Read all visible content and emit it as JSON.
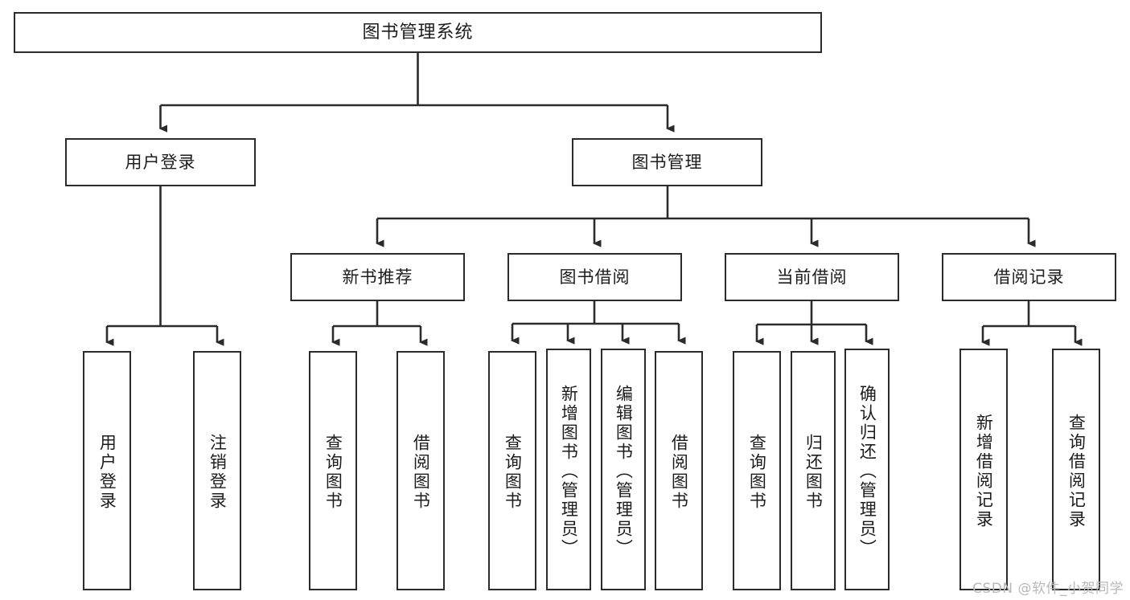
{
  "diagram": {
    "title": "图书管理系统",
    "type": "hierarchy-tree",
    "watermark": "CSDN @软件_小贺同学",
    "colors": {
      "box_border": "#2b2b2b",
      "box_fill": "#ffffff",
      "connector": "#2b2b2b",
      "background": "#ffffff",
      "watermark": "#b8b8b8"
    },
    "levels": {
      "level1": [
        "图书管理系统"
      ],
      "level2": [
        "用户登录",
        "图书管理"
      ],
      "level3": [
        "新书推荐",
        "图书借阅",
        "当前借阅",
        "借阅记录"
      ],
      "level4": [
        "用户登录",
        "注销登录",
        "查询图书",
        "借阅图书",
        "查询图书",
        "新增图书（管理员）",
        "编辑图书（管理员）",
        "借阅图书",
        "查询图书",
        "归还图书",
        "确认归还（管理员）",
        "新增借阅记录",
        "查询借阅记录"
      ]
    },
    "nodes": {
      "root": {
        "label": "图书管理系统"
      },
      "user_login": {
        "label": "用户登录"
      },
      "book_manage": {
        "label": "图书管理"
      },
      "new_book_rec": {
        "label": "新书推荐"
      },
      "book_borrow": {
        "label": "图书借阅"
      },
      "current_borrow": {
        "label": "当前借阅"
      },
      "borrow_record": {
        "label": "借阅记录"
      },
      "leaf_user_login": {
        "label": "用户登录"
      },
      "leaf_logout": {
        "label": "注销登录"
      },
      "leaf_query_book_1": {
        "label": "查询图书"
      },
      "leaf_borrow_book_1": {
        "label": "借阅图书"
      },
      "leaf_query_book_2": {
        "label": "查询图书"
      },
      "leaf_add_book": {
        "label": "新增图书（管理员）"
      },
      "leaf_edit_book": {
        "label": "编辑图书（管理员）"
      },
      "leaf_borrow_book_2": {
        "label": "借阅图书"
      },
      "leaf_query_book_3": {
        "label": "查询图书"
      },
      "leaf_return_book": {
        "label": "归还图书"
      },
      "leaf_confirm_return": {
        "label": "确认归还（管理员）"
      },
      "leaf_add_record": {
        "label": "新增借阅记录"
      },
      "leaf_query_record": {
        "label": "查询借阅记录"
      }
    },
    "edges": [
      {
        "from": "图书管理系统",
        "to": "用户登录"
      },
      {
        "from": "图书管理系统",
        "to": "图书管理"
      },
      {
        "from": "用户登录",
        "to": "用户登录"
      },
      {
        "from": "用户登录",
        "to": "注销登录"
      },
      {
        "from": "图书管理",
        "to": "新书推荐"
      },
      {
        "from": "图书管理",
        "to": "图书借阅"
      },
      {
        "from": "图书管理",
        "to": "当前借阅"
      },
      {
        "from": "图书管理",
        "to": "借阅记录"
      },
      {
        "from": "新书推荐",
        "to": "查询图书"
      },
      {
        "from": "新书推荐",
        "to": "借阅图书"
      },
      {
        "from": "图书借阅",
        "to": "查询图书"
      },
      {
        "from": "图书借阅",
        "to": "新增图书（管理员）"
      },
      {
        "from": "图书借阅",
        "to": "编辑图书（管理员）"
      },
      {
        "from": "图书借阅",
        "to": "借阅图书"
      },
      {
        "from": "当前借阅",
        "to": "查询图书"
      },
      {
        "from": "当前借阅",
        "to": "归还图书"
      },
      {
        "from": "当前借阅",
        "to": "确认归还（管理员）"
      },
      {
        "from": "借阅记录",
        "to": "新增借阅记录"
      },
      {
        "from": "借阅记录",
        "to": "查询借阅记录"
      }
    ]
  }
}
